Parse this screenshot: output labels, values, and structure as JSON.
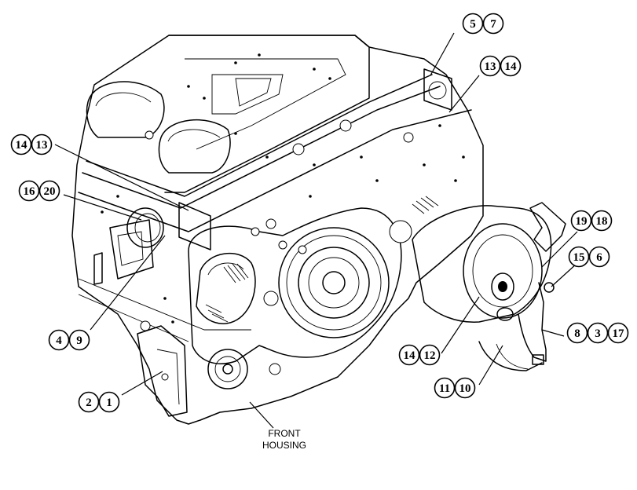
{
  "callouts": [
    {
      "id": "c-5-7",
      "numbers": [
        "5",
        "7"
      ]
    },
    {
      "id": "c-13-14-top",
      "numbers": [
        "13",
        "14"
      ]
    },
    {
      "id": "c-14-13-left",
      "numbers": [
        "14",
        "13"
      ]
    },
    {
      "id": "c-16-20",
      "numbers": [
        "16",
        "20"
      ]
    },
    {
      "id": "c-19-18",
      "numbers": [
        "19",
        "18"
      ]
    },
    {
      "id": "c-15-6",
      "numbers": [
        "15",
        "6"
      ]
    },
    {
      "id": "c-8-3-17",
      "numbers": [
        "8",
        "3",
        "17"
      ]
    },
    {
      "id": "c-14-12",
      "numbers": [
        "14",
        "12"
      ]
    },
    {
      "id": "c-11-10",
      "numbers": [
        "11",
        "10"
      ]
    },
    {
      "id": "c-4-9",
      "numbers": [
        "4",
        "9"
      ]
    },
    {
      "id": "c-2-1",
      "numbers": [
        "2",
        "1"
      ]
    }
  ],
  "label": {
    "line1": "FRONT",
    "line2": "HOUSING"
  },
  "colors": {
    "line": "#000000",
    "background": "#ffffff"
  }
}
